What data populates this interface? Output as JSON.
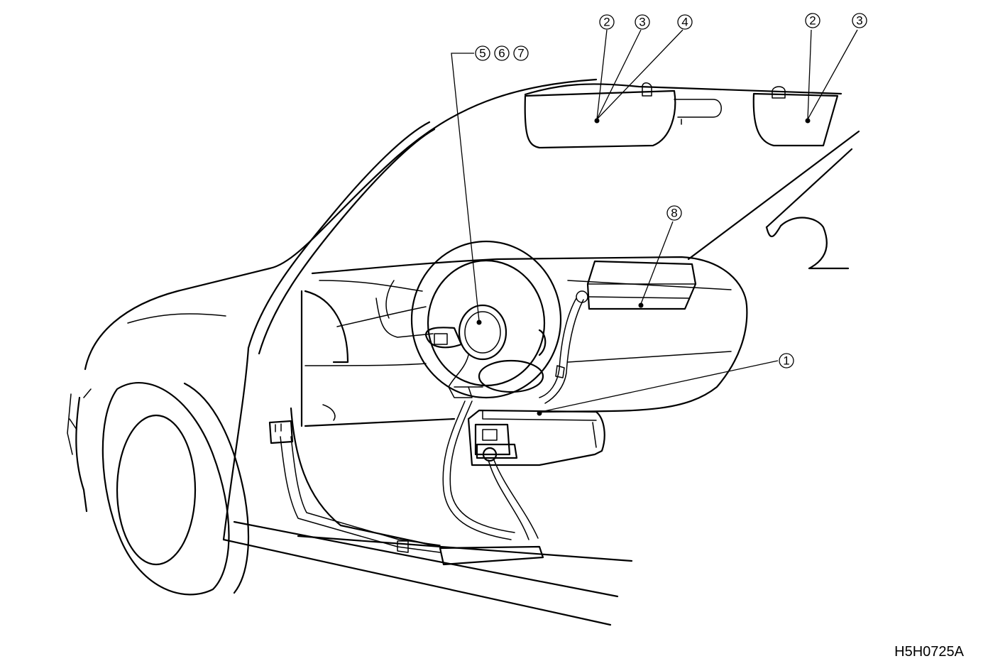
{
  "figure_code": "H5H0725A",
  "callouts": {
    "c1": "1",
    "c2a": "2",
    "c3a": "3",
    "c4": "4",
    "c2b": "2",
    "c3b": "3",
    "c5": "5",
    "c6": "6",
    "c7": "7",
    "c8": "8"
  }
}
